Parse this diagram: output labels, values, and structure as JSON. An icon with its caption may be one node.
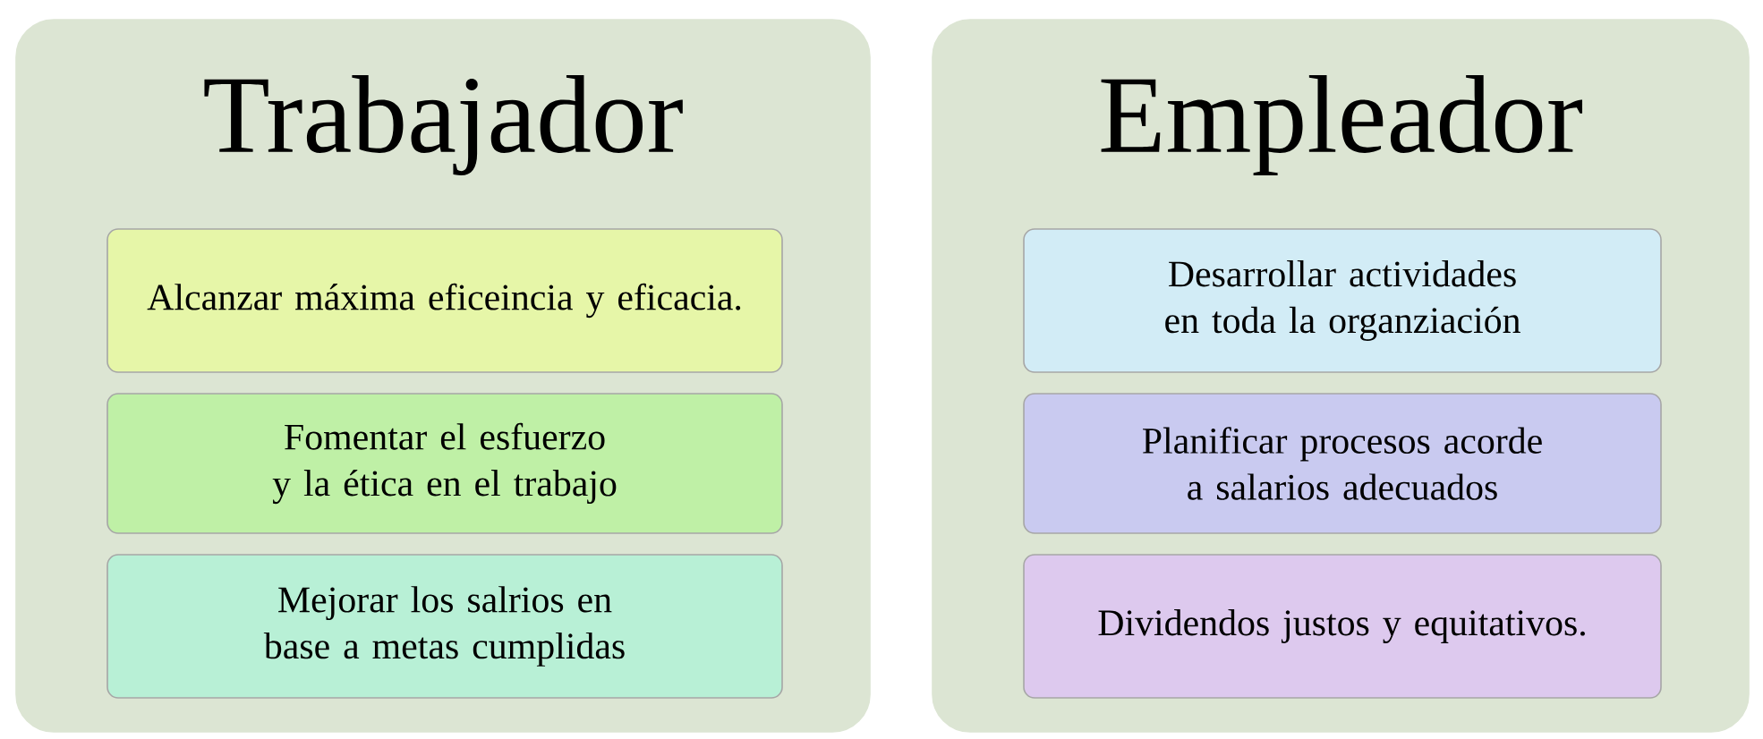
{
  "diagram": {
    "nodes": [
      {
        "text": [
          "Trabajador"
        ]
      },
      {
        "text": [
          "Alcanzar máxima eficeincia y eficacia."
        ],
        "in": 0
      },
      {
        "text": [
          "Fomentar el esfuerzo y la ética en el trabajo"
        ],
        "in": 0
      },
      {
        "text": [
          "Mejorar los salrios en base a metas cumplidas"
        ],
        "in": 0
      },
      {
        "text": [
          "Empleador"
        ]
      },
      {
        "text": [
          "Desarrollar actividades en toda la organziación"
        ],
        "in": 4
      },
      {
        "text": [
          "Planificar procesos acorde a salarios adecuados"
        ],
        "in": 4
      },
      {
        "text": [
          "Dividendos justos y equitativos."
        ],
        "in": 4
      }
    ]
  }
}
